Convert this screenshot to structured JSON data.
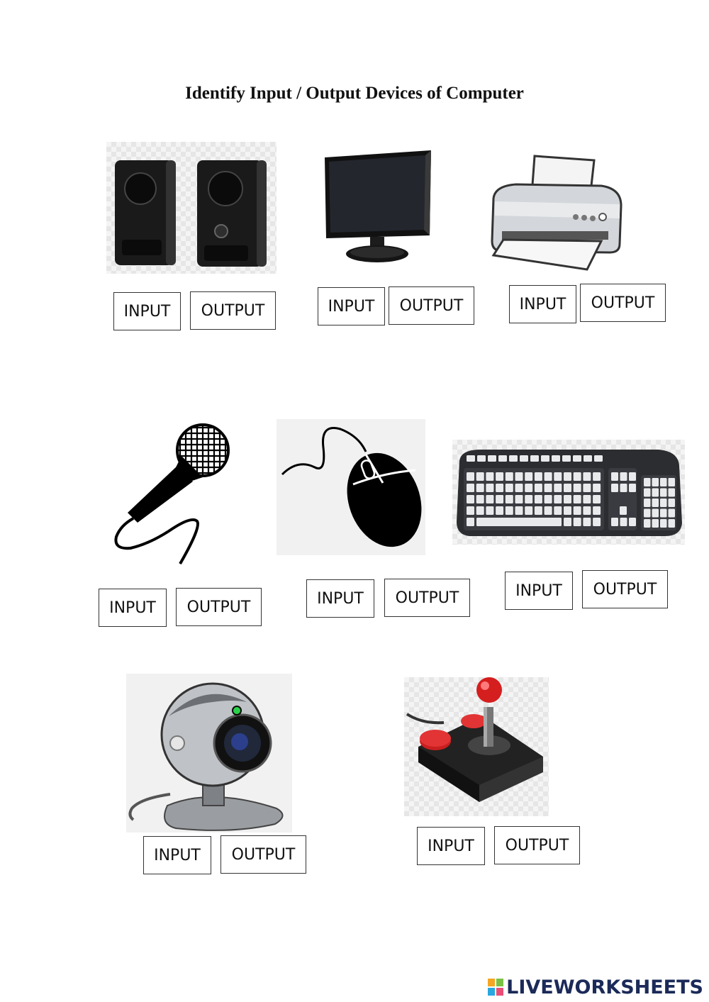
{
  "title": "Identify Input / Output Devices of Computer",
  "input_label": "INPUT",
  "output_label": "OUTPUT",
  "devices": [
    {
      "icon": "speakers-icon"
    },
    {
      "icon": "monitor-icon"
    },
    {
      "icon": "printer-icon"
    },
    {
      "icon": "microphone-icon"
    },
    {
      "icon": "mouse-icon"
    },
    {
      "icon": "keyboard-icon"
    },
    {
      "icon": "webcam-icon"
    },
    {
      "icon": "joystick-icon"
    }
  ],
  "brand": {
    "name": "LIVEWORKSHEETS",
    "color": "#1b2a58"
  }
}
